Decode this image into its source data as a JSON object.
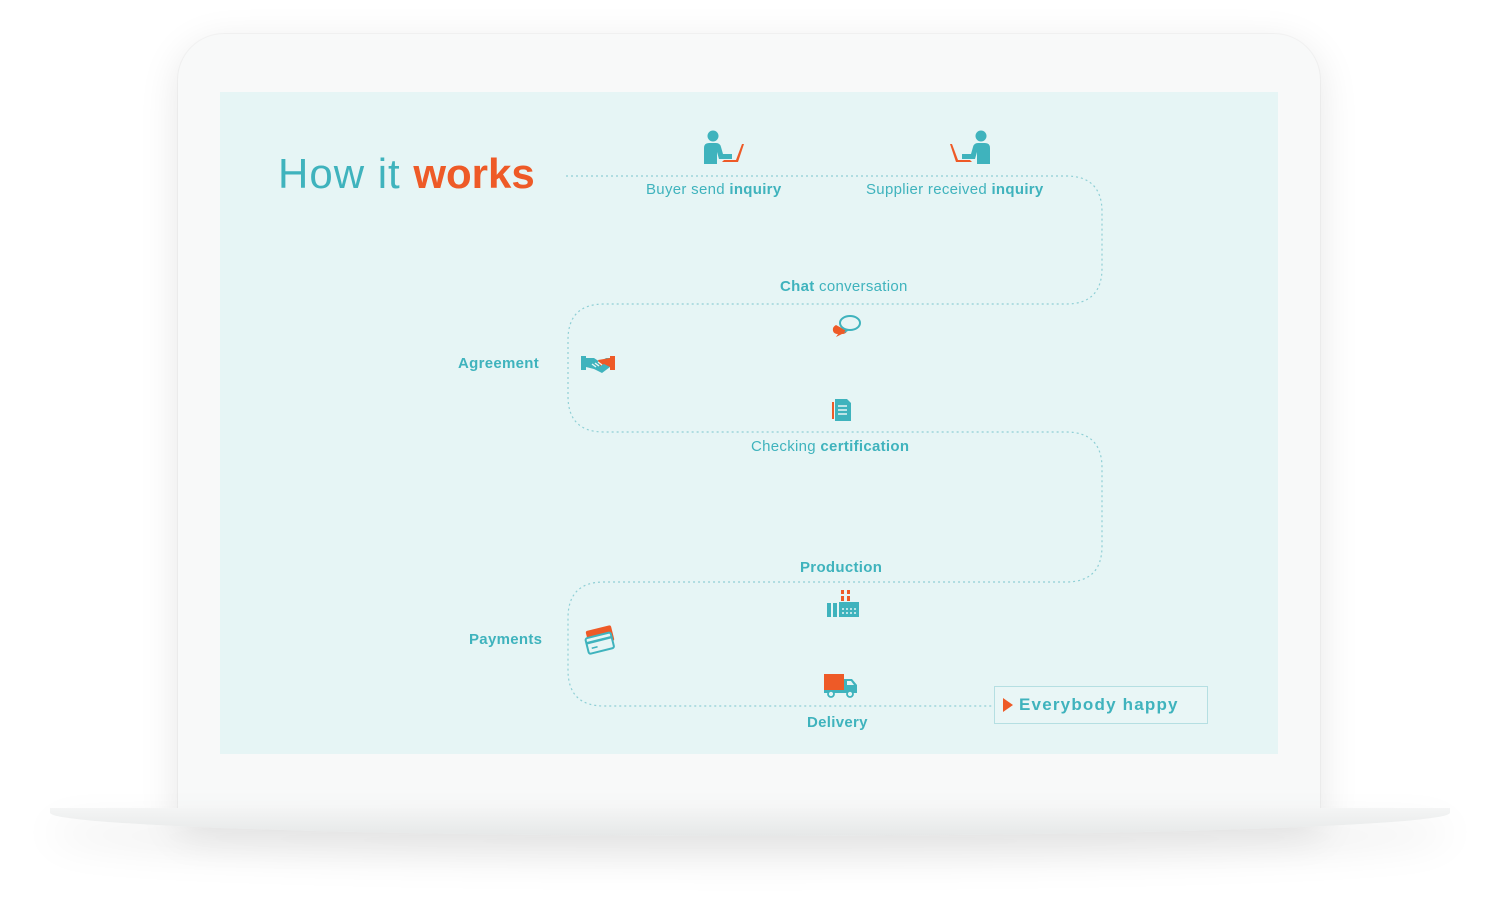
{
  "title": {
    "light": "How it ",
    "strong": "works"
  },
  "steps": {
    "buyer": {
      "light": "Buyer send ",
      "bold": "inquiry"
    },
    "supplier": {
      "light": "Supplier received ",
      "bold": "inquiry"
    },
    "chat": {
      "bold": "Chat",
      "light": " conversation"
    },
    "agreement": {
      "bold": "Agreement"
    },
    "certification": {
      "light": "Checking ",
      "bold": "certification"
    },
    "production": {
      "bold": "Production"
    },
    "payments": {
      "bold": "Payments"
    },
    "delivery": {
      "bold": "Delivery"
    }
  },
  "cta": {
    "label": "Everybody happy"
  },
  "icons": {
    "buyer": "person-laptop-icon",
    "supplier": "person-laptop-icon",
    "chat": "chat-bubbles-icon",
    "agreement": "handshake-icon",
    "certification": "document-icon",
    "production": "factory-icon",
    "payments": "credit-card-icon",
    "delivery": "truck-icon"
  },
  "colors": {
    "accent": "#ee5a27",
    "teal": "#3fb3bd",
    "screen": "#e6f5f5"
  }
}
